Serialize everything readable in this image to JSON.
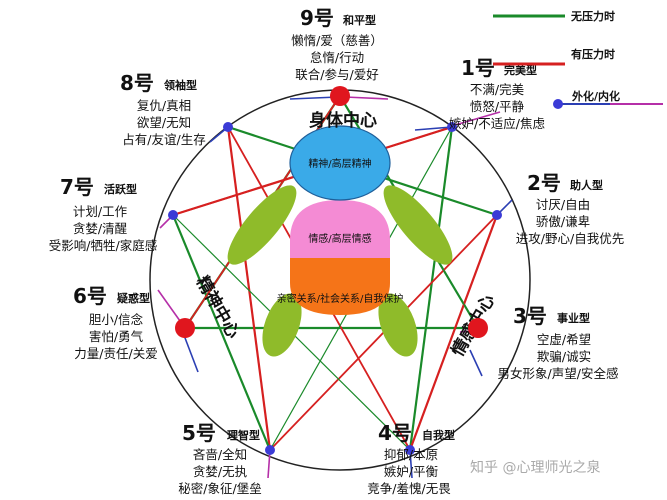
{
  "colors": {
    "no_stress": "#1a8a2a",
    "stress": "#d62020",
    "externalize": "#2b3fb3",
    "internalize": "#b52fa8",
    "head": "#3aaae8",
    "heart": "#f48bd4",
    "gut": "#f57418",
    "limbs": "#8fbb2a",
    "center_dot": "#e0161e",
    "node_dot": "#3b3bd6"
  },
  "legend": {
    "no_stress": "无压力时",
    "stress": "有压力时",
    "ext_int": "外化/内化"
  },
  "centers": {
    "body": "身体中心",
    "mind": "精神中心",
    "emotion": "情感中心"
  },
  "body_parts": {
    "head": "精神/高层精神",
    "heart": "情感/高层情感",
    "gut": "亲密关系/社会关系/自我保护"
  },
  "types": [
    {
      "id": "t9",
      "num": "9号",
      "name": "和平型",
      "traits": [
        "懒惰/爱（慈善）",
        "怠惰/行动",
        "联合/参与/爱好"
      ]
    },
    {
      "id": "t1",
      "num": "1号",
      "name": "完美型",
      "traits": [
        "不满/完美",
        "愤怒/平静",
        "嫉妒/不适应/焦虑"
      ]
    },
    {
      "id": "t2",
      "num": "2号",
      "name": "助人型",
      "traits": [
        "讨厌/自由",
        "骄傲/谦卑",
        "进攻/野心/自我优先"
      ]
    },
    {
      "id": "t3",
      "num": "3号",
      "name": "事业型",
      "traits": [
        "空虚/希望",
        "欺骗/诚实",
        "男女形象/声望/安全感"
      ]
    },
    {
      "id": "t4",
      "num": "4号",
      "name": "自我型",
      "traits": [
        "抑郁/本原",
        "嫉妒/平衡",
        "竞争/羞愧/无畏"
      ]
    },
    {
      "id": "t5",
      "num": "5号",
      "name": "理智型",
      "traits": [
        "吝啬/全知",
        "贪婪/无执",
        "秘密/象征/堡垒"
      ]
    },
    {
      "id": "t6",
      "num": "6号",
      "name": "疑惑型",
      "traits": [
        "胆小/信念",
        "害怕/勇气",
        "力量/责任/关爱"
      ]
    },
    {
      "id": "t7",
      "num": "7号",
      "name": "活跃型",
      "traits": [
        "计划/工作",
        "贪婪/清醒",
        "受影响/牺牲/家庭感"
      ]
    },
    {
      "id": "t8",
      "num": "8号",
      "name": "领袖型",
      "traits": [
        "复仇/真相",
        "欲望/无知",
        "占有/友谊/生存"
      ]
    }
  ],
  "watermark": "知乎 @心理师光之泉"
}
